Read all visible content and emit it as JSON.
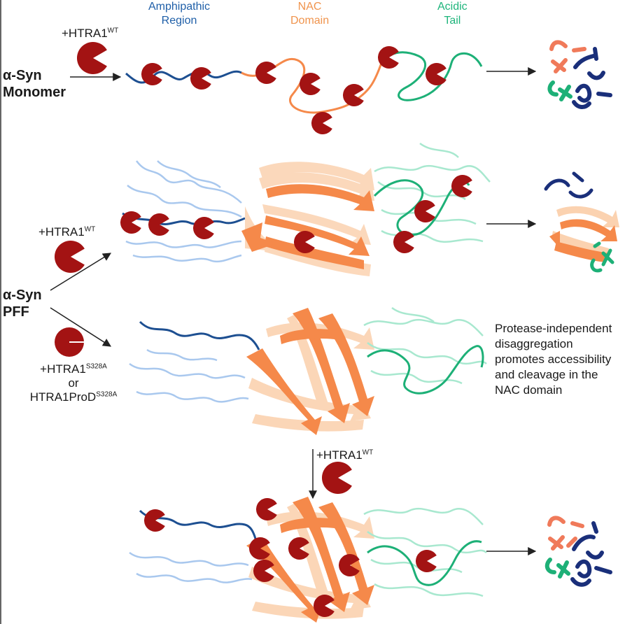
{
  "regions": {
    "amphipathic": {
      "line1": "Amphipathic",
      "line2": "Region",
      "color": "#1f5fa8"
    },
    "nac": {
      "line1": "NAC",
      "line2": "Domain",
      "color": "#f0944d"
    },
    "acidic": {
      "line1": "Acidic",
      "line2": "Tail",
      "color": "#1fb57c"
    }
  },
  "substrates": {
    "monomer": {
      "line1": "α-Syn",
      "line2": "Monomer"
    },
    "pff": {
      "line1": "α-Syn",
      "line2": "PFF"
    }
  },
  "enzymes": {
    "wt": {
      "name": "+HTRA1",
      "sup": "WT"
    },
    "s328a": {
      "name": "+HTRA1",
      "sup": "S328A",
      "or": "or",
      "name2": "HTRA1ProD",
      "sup2": "S328A"
    }
  },
  "note": {
    "lines": [
      "Protease-independent",
      "disaggregation",
      "promotes accessibility",
      "and cleavage in the",
      "NAC domain"
    ]
  },
  "colors": {
    "enzyme": "#a31313",
    "blue_dark": "#1d4f91",
    "blue_light": "#a9c8ee",
    "orange": "#f5894a",
    "orange_light": "#fbd2b0",
    "green": "#1db077",
    "green_light": "#a8e8cf",
    "salmon": "#f07a5a",
    "navy": "#1a2f7a"
  }
}
